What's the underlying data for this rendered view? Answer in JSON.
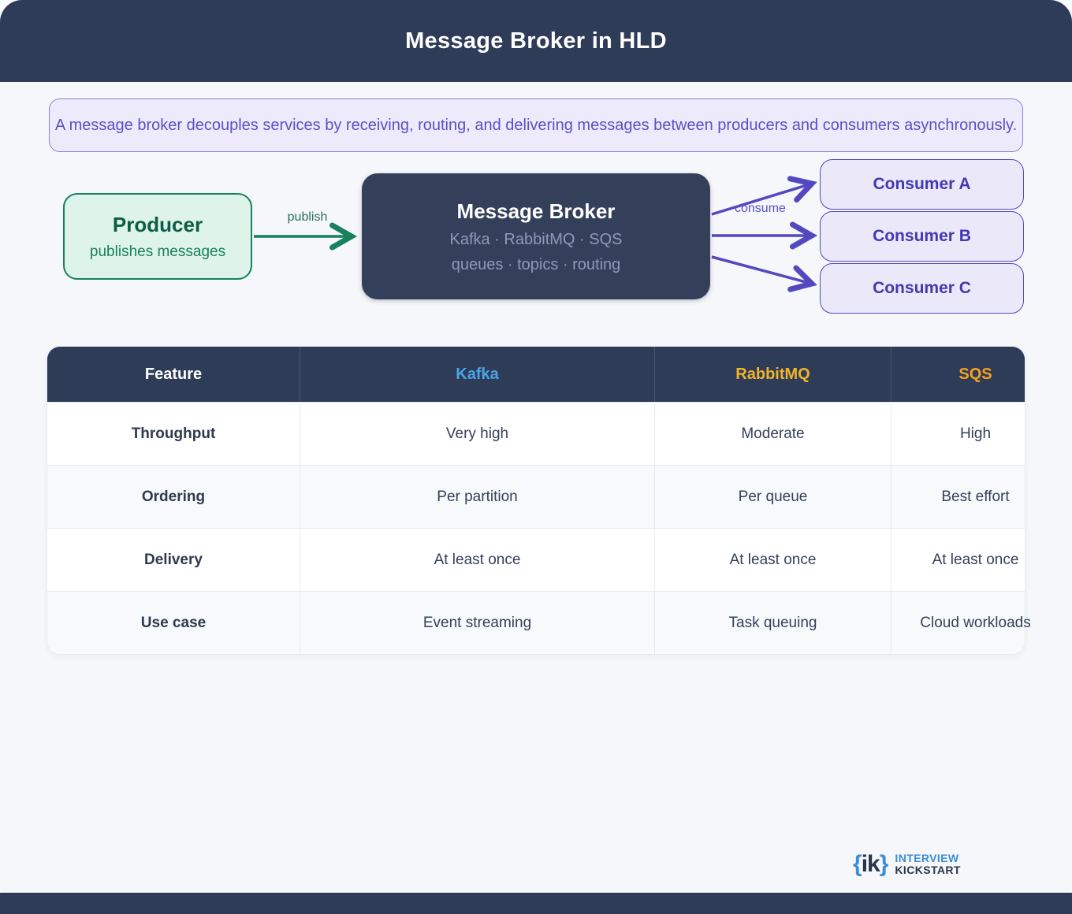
{
  "header": {
    "title": "Message Broker in HLD"
  },
  "description": "A message broker decouples services by receiving, routing, and delivering messages between producers and consumers asynchronously.",
  "diagram": {
    "producer": {
      "title": "Producer",
      "subtitle": "publishes messages"
    },
    "publish_label": "publish",
    "consume_label": "consume",
    "broker": {
      "title": "Message Broker",
      "line1": "Kafka · RabbitMQ · SQS",
      "line2": "queues · topics · routing"
    },
    "consumers": [
      "Consumer A",
      "Consumer B",
      "Consumer C"
    ]
  },
  "table": {
    "columns": [
      "Feature",
      "Kafka",
      "RabbitMQ",
      "SQS"
    ],
    "rows": [
      [
        "Throughput",
        "Very high",
        "Moderate",
        "High"
      ],
      [
        "Ordering",
        "Per partition",
        "Per queue",
        "Best effort"
      ],
      [
        "Delivery",
        "At least once",
        "At least once",
        "At least once"
      ],
      [
        "Use case",
        "Event streaming",
        "Task queuing",
        "Cloud workloads"
      ]
    ]
  },
  "logo": {
    "brace_open": "{",
    "mark": "ik",
    "brace_close": "}",
    "line1": "INTERVIEW",
    "line2": "KICKSTART"
  },
  "colors": {
    "navy": "#2f3c58",
    "green": "#17815b",
    "green-dark": "#0d5c44",
    "mint": "#def3ea",
    "purple": "#5348c0",
    "purple-deep": "#4338b2",
    "purple-text": "#5a50c8",
    "lavender": "#edebfb",
    "lavender2": "#eae8f9",
    "kafka-blue": "#4aa4e8",
    "amber": "#f0b429",
    "orange": "#f5a21e",
    "slate-sub": "#8d99ba"
  }
}
